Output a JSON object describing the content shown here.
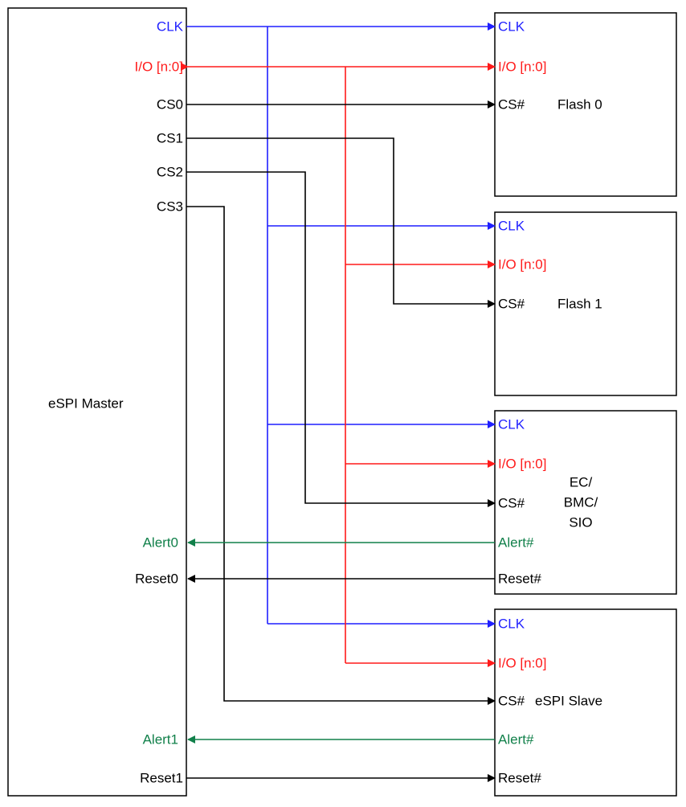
{
  "colors": {
    "clk": "#1f1fff",
    "io": "#ff1a1a",
    "alert": "#11804a",
    "default": "#000000"
  },
  "master": {
    "title": "eSPI Master",
    "pins": {
      "clk": "CLK",
      "io": "I/O [n:0]",
      "cs0": "CS0",
      "cs1": "CS1",
      "cs2": "CS2",
      "cs3": "CS3",
      "alert0": "Alert0",
      "reset0": "Reset0",
      "alert1": "Alert1",
      "reset1": "Reset1"
    }
  },
  "devices": {
    "flash0": {
      "title": "Flash 0",
      "pins": {
        "clk": "CLK",
        "io": "I/O [n:0]",
        "cs": "CS#"
      }
    },
    "flash1": {
      "title": "Flash 1",
      "pins": {
        "clk": "CLK",
        "io": "I/O [n:0]",
        "cs": "CS#"
      }
    },
    "ec": {
      "title_lines": [
        "EC/",
        "BMC/",
        "SIO"
      ],
      "pins": {
        "clk": "CLK",
        "io": "I/O [n:0]",
        "cs": "CS#",
        "alert": "Alert#",
        "reset": "Reset#"
      }
    },
    "slave": {
      "title": "eSPI Slave",
      "pins": {
        "clk": "CLK",
        "io": "I/O [n:0]",
        "cs": "CS#",
        "alert": "Alert#",
        "reset": "Reset#"
      }
    }
  }
}
